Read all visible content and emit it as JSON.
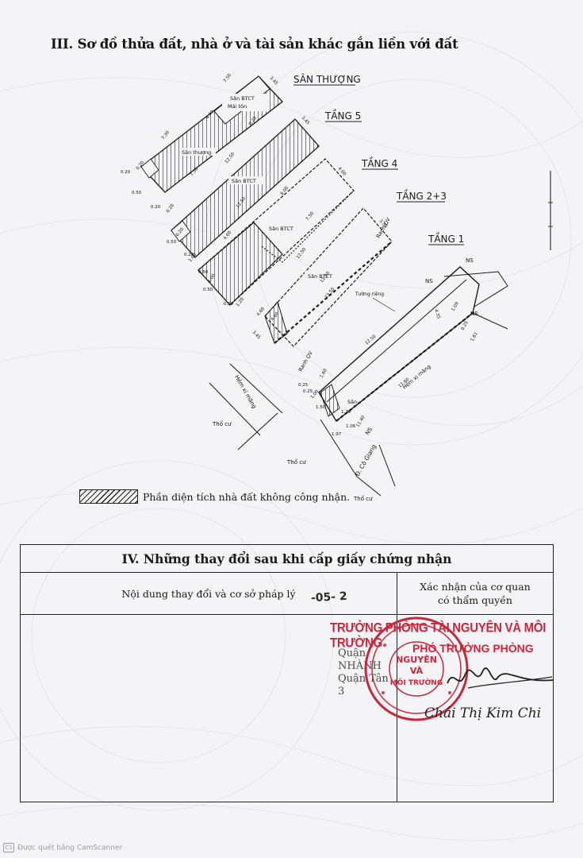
{
  "section3": {
    "title": "III. Sơ đồ thửa đất, nhà ở và tài sản khác gắn liền với đất"
  },
  "diagram": {
    "floors": {
      "rooftop": "SÂN THƯỢNG",
      "floor5": "TẦNG 5",
      "floor4": "TẦNG 4",
      "floor23": "TẦNG 2+3",
      "floor1": "TẦNG 1"
    },
    "labels": {
      "san_btct_roof": "Sân BTCT",
      "mai_ton": "Mái tôn",
      "san_thuong": "Sân thượng",
      "san_btct_5": "Sân BTCT",
      "san_btct_4": "Sân BTCT",
      "san_btct_23": "Sân BTCT",
      "tuong_rieng": "Tường riêng",
      "ranh_qv_top": "Ranh QV",
      "ranh_qv_low": "Ranh QV",
      "ns1": "NS",
      "ns2": "NS",
      "ns3": "NS",
      "ns4": "NS",
      "san": "Sân",
      "hem_xi_mang_right": "Hẻm xi măng",
      "hem_xi_mang_left": "Hẻm xi măng",
      "tho_cu_1": "Thổ cư",
      "tho_cu_2": "Thổ cư",
      "tho_cu_3": "Thổ cư",
      "road": "Đ. Cô Giang"
    },
    "dims": {
      "d1": "7.50",
      "d2": "4.40",
      "d3": "3.45",
      "d4": "6.20",
      "d5": "7.30",
      "d6": "0.20",
      "d7": "0.20",
      "d8": "0.50",
      "d9": "0.20",
      "d10": "7.30",
      "d11": "12.50",
      "d12": "3.45",
      "d13": "12.50",
      "d14": "8.00",
      "d15": "7.50",
      "d16": "4.00",
      "d17": "0.20",
      "d18": "0.50",
      "d19": "0.20",
      "d20": "0.20",
      "d21": "12.50",
      "d22": "4.60",
      "d23": "0.50",
      "d24": "0.20",
      "d25": "1.20",
      "d26": "13.50",
      "d27": "4.60",
      "d28": "3.45",
      "d29": "11.50",
      "d30": "4.35",
      "d31": "1.09",
      "d32": "0.25",
      "d33": "1.61",
      "d34": "12.50",
      "d35": "11.60",
      "d36": "1.60",
      "d37": "0.25",
      "d38": "1.79",
      "d39": "1.97",
      "d40": "11.40",
      "d41": "1.06",
      "d42": "3.38",
      "d43": "0.25",
      "d44": "1.00",
      "d45": "1.50",
      "d46": "1.00",
      "d47": "0.50",
      "d48": "1.00",
      "d49": "4.60"
    }
  },
  "legend": {
    "text": "Phần diện tích nhà đất không công nhận."
  },
  "section4": {
    "title": "IV. Những thay đổi sau khi cấp giấy chứng nhận",
    "col_left": "Nội dung thay đổi và cơ sở pháp lý",
    "col_right_line1": "Xác nhận của cơ quan",
    "col_right_line2": "có thẩm quyền"
  },
  "stamp": {
    "date_scrawl": "-05- 2",
    "heading": "TRƯỞNG PHÒNG TÀI NGUYÊN VÀ MÔI TRƯỜNG",
    "sub": "PHÓ TRƯỞNG PHÒNG",
    "seal_lines": [
      "NGUYÊN",
      "VÀ",
      "MÔI TRƯỜNG"
    ],
    "bg_lines": [
      "Quận",
      "NHÀNH",
      "Quận Tân",
      "3"
    ],
    "signer": "Chái Thị Kim Chi"
  },
  "footer": {
    "text": "Được quét bằng CamScanner",
    "icon_text": "CS"
  },
  "colors": {
    "ink": "#1a1a1a",
    "stamp_red": "#c8273a",
    "paper": "#f4f3f6",
    "footer_gray": "#9a9aa6"
  }
}
